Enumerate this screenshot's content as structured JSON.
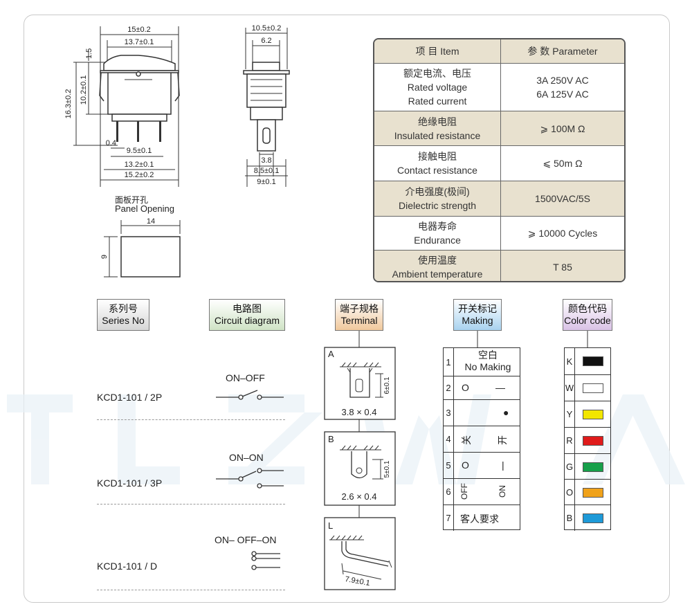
{
  "dims_top": {
    "front": [
      "15±0.2",
      "13.7±0.1",
      "1.5",
      "10.2±0.1",
      "16.3±0.2",
      "0.4",
      "9.5±0.1",
      "13.2±0.1",
      "15.2±0.2"
    ],
    "side": [
      "10.5±0.2",
      "6.2",
      "3.8",
      "8.5±0.1",
      "9±0.1"
    ]
  },
  "panel_opening": {
    "zh": "面板开孔",
    "en": "Panel Opening",
    "width": "14",
    "height": "9"
  },
  "params": {
    "header": {
      "item": "项 目  Item",
      "param": "参 数  Parameter"
    },
    "rows": [
      {
        "zh": "额定电流、电压",
        "en1": "Rated voltage",
        "en2": "Rated current",
        "v1": "3A 250V AC",
        "v2": "6A 125V AC"
      },
      {
        "zh": "绝缘电阻",
        "en1": "Insulated resistance",
        "v1": "⩾ 100M Ω"
      },
      {
        "zh": "接触电阻",
        "en1": "Contact resistance",
        "v1": "⩽ 50m Ω"
      },
      {
        "zh": "介电强度(极间)",
        "en1": "Dielectric strength",
        "v1": "1500VAC/5S"
      },
      {
        "zh": "电器寿命",
        "en1": "Endurance",
        "v1": "⩾ 10000 Cycles"
      },
      {
        "zh": "使用温度",
        "en1": "Ambient temperature",
        "v1": "T 85"
      }
    ]
  },
  "headers": {
    "series": {
      "zh": "系列号",
      "en": "Series No"
    },
    "circuit": {
      "zh": "电路图",
      "en": "Circuit diagram"
    },
    "terminal": {
      "zh": "端子规格",
      "en": "Terminal"
    },
    "making": {
      "zh": "开关标记",
      "en": "Making"
    },
    "color": {
      "zh": "颜色代码",
      "en": "Color code"
    }
  },
  "series": [
    {
      "name": "KCD1-101 / 2P",
      "circuit": "ON–OFF"
    },
    {
      "name": "KCD1-101 / 3P",
      "circuit": "ON–ON"
    },
    {
      "name": "KCD1-101 / D",
      "circuit": "ON– OFF–ON"
    }
  ],
  "terminals": [
    {
      "letter": "A",
      "dim": "6±0.1",
      "size": "3.8 × 0.4"
    },
    {
      "letter": "B",
      "dim": "5±0.1",
      "size": "2.6 × 0.4"
    },
    {
      "letter": "L",
      "size": "7.9±0.1"
    }
  ],
  "making": [
    {
      "num": "1",
      "zh": "空白",
      "en": "No Making"
    },
    {
      "num": "2",
      "left": "O",
      "right": "—"
    },
    {
      "num": "3",
      "left": "",
      "right": "●"
    },
    {
      "num": "4",
      "left": "关",
      "right": "开"
    },
    {
      "num": "5",
      "left": "O",
      "right": "|"
    },
    {
      "num": "6",
      "left": "OFF",
      "right": "ON"
    },
    {
      "num": "7",
      "text": "客人要求"
    }
  ],
  "colors": [
    {
      "code": "K",
      "hex": "#111111"
    },
    {
      "code": "W",
      "hex": "#ffffff"
    },
    {
      "code": "Y",
      "hex": "#f2e600"
    },
    {
      "code": "R",
      "hex": "#e01b1b"
    },
    {
      "code": "G",
      "hex": "#16a04a"
    },
    {
      "code": "O",
      "hex": "#f0a21a"
    },
    {
      "code": "B",
      "hex": "#1e9ad8"
    }
  ]
}
